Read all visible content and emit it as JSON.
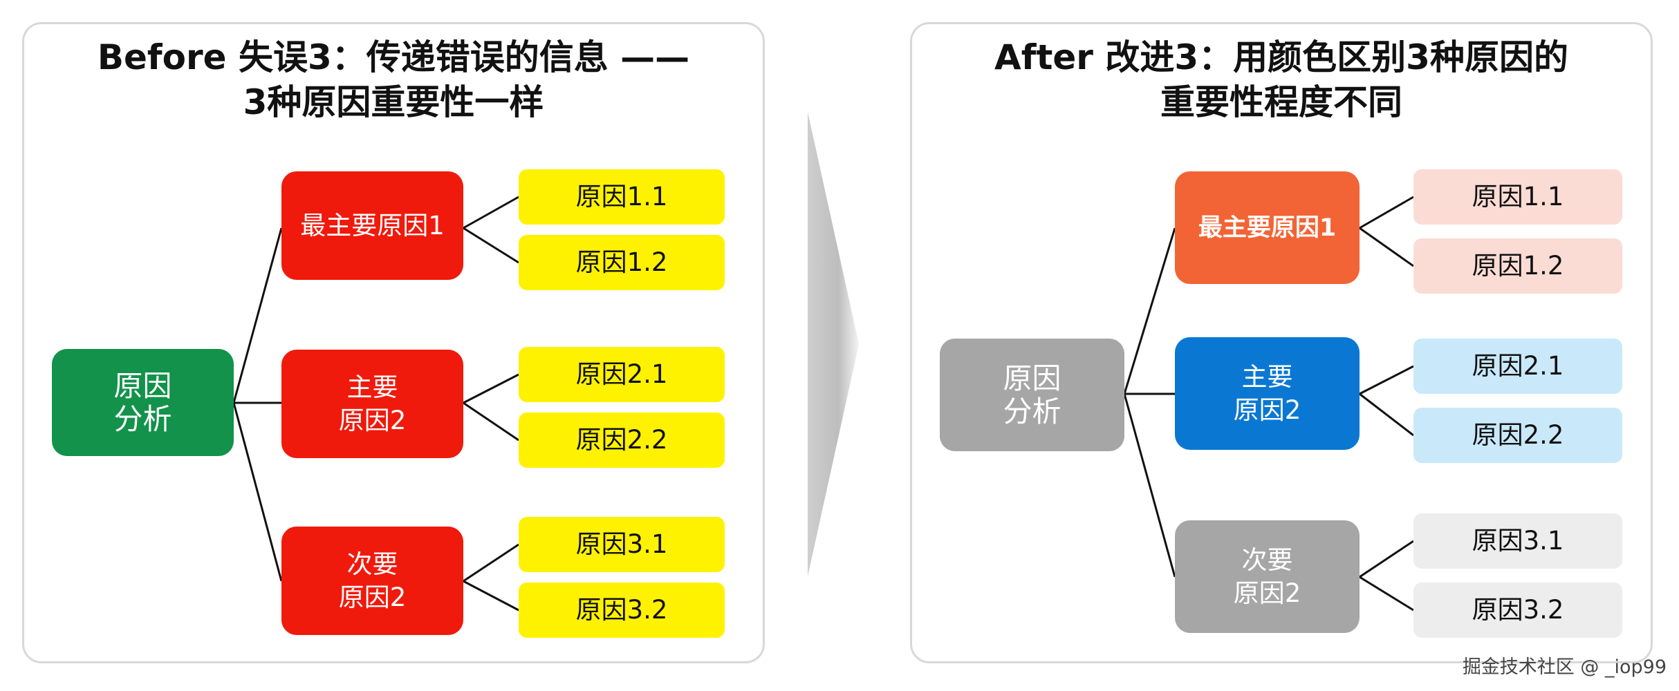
{
  "left": {
    "title_line1": "Before 失误3：传递错误的信息 ——",
    "title_line2": "3种原因重要性一样",
    "root": "原因\n分析",
    "primary": "最主要原因1",
    "secondary": "主要\n原因2",
    "tertiary": "次要\n原因2",
    "leaves": [
      "原因1.1",
      "原因1.2",
      "原因2.1",
      "原因2.2",
      "原因3.1",
      "原因3.2"
    ],
    "colors": {
      "root": "#12924a",
      "mid": "#f01a0c",
      "leaf": "#fff200"
    }
  },
  "right": {
    "title_line1": "After 改进3：用颜色区别3种原因的",
    "title_line2": "重要性程度不同",
    "root": "原因\n分析",
    "primary": "最主要原因1",
    "secondary": "主要\n原因2",
    "tertiary": "次要\n原因2",
    "leaves": [
      "原因1.1",
      "原因1.2",
      "原因2.1",
      "原因2.2",
      "原因3.1",
      "原因3.2"
    ],
    "colors": {
      "root": "#a6a6a6",
      "primary": "#f26435",
      "primary_leaf": "#fbdcd5",
      "secondary": "#0a78d2",
      "secondary_leaf": "#c9e9fb",
      "tertiary": "#a6a6a6",
      "tertiary_leaf": "#ededed"
    }
  },
  "watermark": "掘金技术社区 @ _iop99"
}
